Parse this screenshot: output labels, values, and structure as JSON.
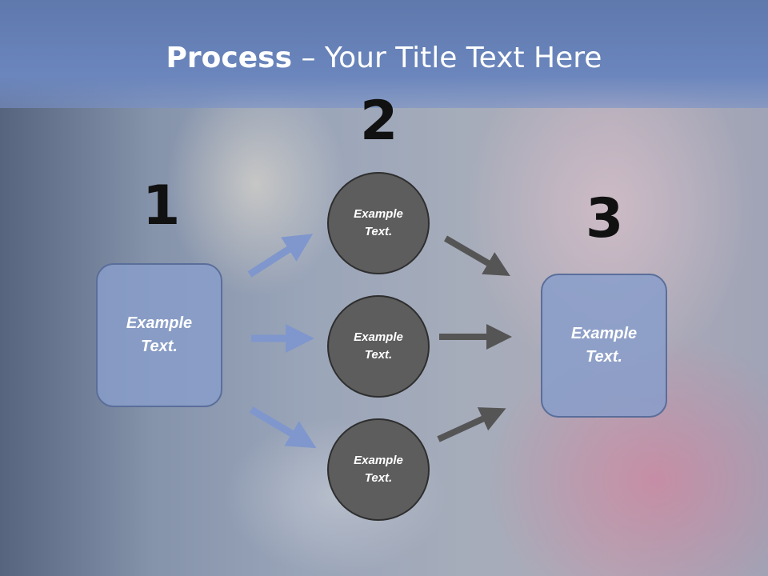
{
  "title": {
    "bold": "Process",
    "rest": " – Your Title Text Here"
  },
  "numbers": [
    "1",
    "2",
    "3"
  ],
  "step1": {
    "text": "Example\nText."
  },
  "step2": {
    "circle_top": "Example\nText.",
    "circle_mid": "Example\nText.",
    "circle_bottom": "Example\nText."
  },
  "step3": {
    "text": "Example\nText."
  },
  "colors": {
    "header": "#6b86bd",
    "box_fill": "#889dca",
    "circle_fill": "#5d5d5d",
    "left_arrow": "#7f97cc",
    "right_arrow": "#555555"
  }
}
